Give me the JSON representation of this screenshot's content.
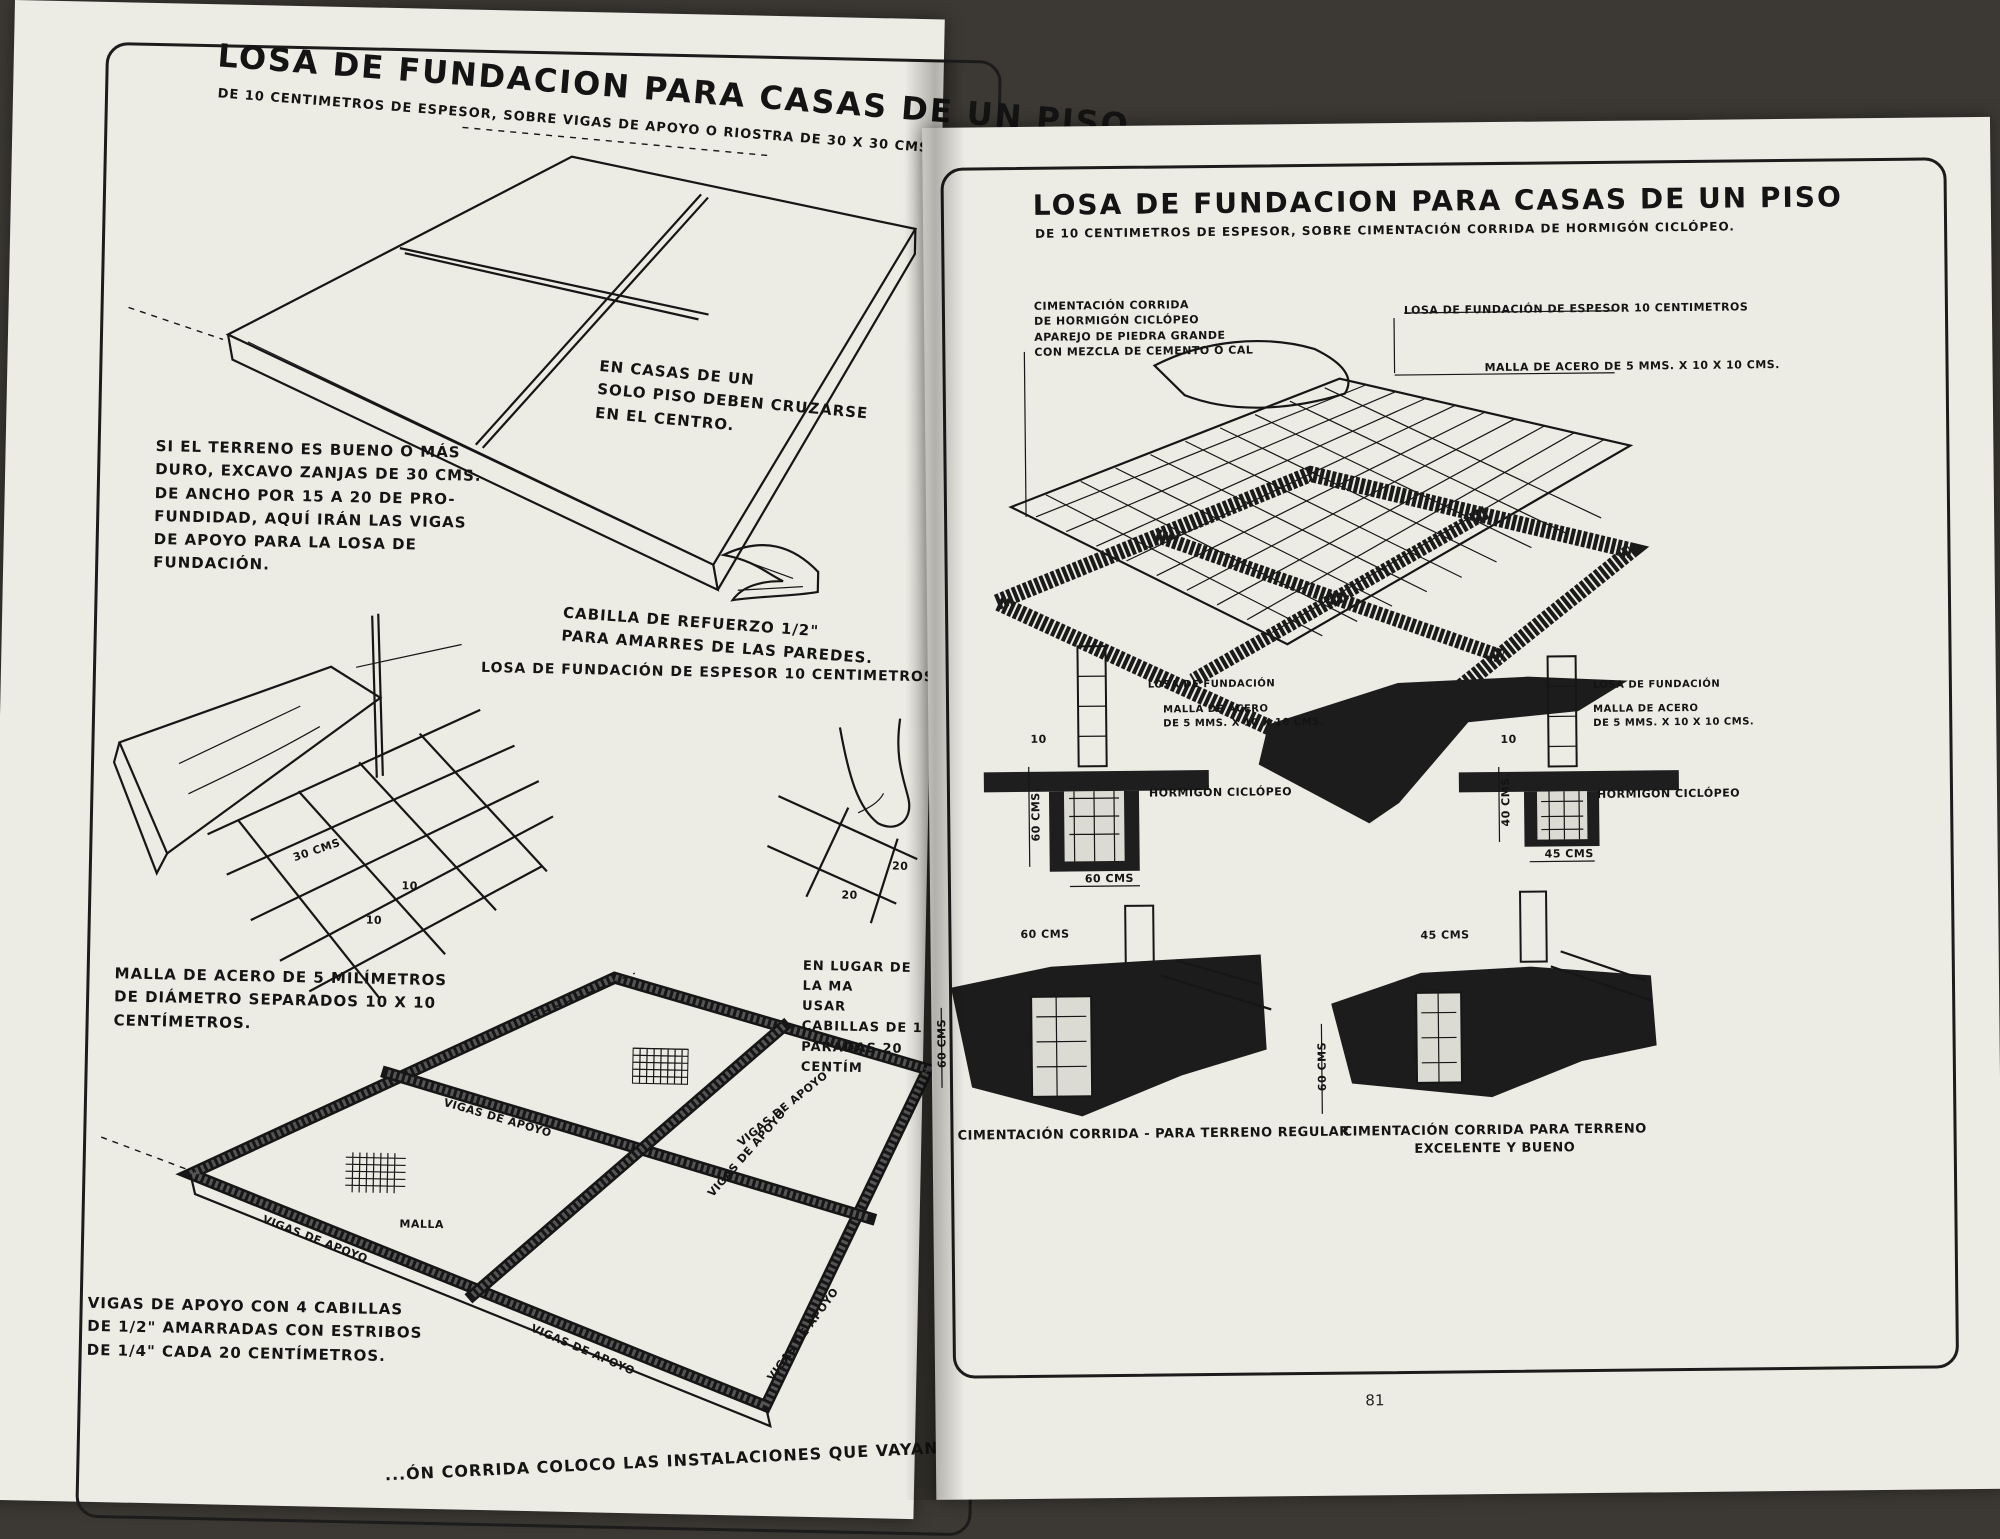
{
  "left_page": {
    "title": "Losa de fundacion para casas de un piso",
    "subtitle": "de 10 centimetros de espesor, sobre vigas de apoyo o riostra de 30 x 30 cms.",
    "note_center": "En casas de un\nsolo piso deben cruzarse\nen el centro.",
    "note_terreno": "Si el terreno es bueno o más\nduro, excavo zanjas de 30 cms.\nde ancho por 15 a 20 de pro-\nfundidad, aquí irán las vigas\nde apoyo para la losa de\nfundación.",
    "label_cabilla": "Cabilla de refuerzo 1/2\"\npara amarres de las paredes.",
    "label_losa": "Losa de fundación de espesor 10 centimetros",
    "dims_mesh": [
      "30 cms",
      "10",
      "10"
    ],
    "dims_hand": [
      "20",
      "20"
    ],
    "note_malla": "Malla de acero de 5 milímetros\nde diámetro separados 10 x 10\ncentímetros.",
    "note_lugar": "En lugar de la ma\nusar cabillas de 1\nparadas 20 centím",
    "beam_labels": [
      "Vigas de apoyo",
      "Vigas de apoyo",
      "Vigas de apoyo",
      "Vigas de apoyo",
      "Vigas de apoyo",
      "Vigas de apoyo"
    ],
    "label_mesh_patch": "Malla",
    "note_vigas": "Vigas de apoyo con 4 cabillas\nde 1/2\" amarradas con estribos\nde 1/4\" cada 20 centímetros.",
    "bottom_text": "...ón corrida coloco las instalaciones que vayan"
  },
  "right_page": {
    "title": "Losa de fundacion para casas de un piso",
    "subtitle": "de 10 centimetros de espesor, sobre cimentación corrida de hormigón ciclópeo.",
    "label_cimentacion": "Cimentación corrida\nde hormigón ciclópeo\naparejo de piedra grande\ncon mezcla de cemento o cal",
    "label_losa": "Losa de fundación de espesor 10 centimetros",
    "label_malla": "Malla de acero de 5 mms. x 10 x 10 cms.",
    "sec1": {
      "losa": "Losa de fundación",
      "malla": "Malla de acero\nde 5 mms. x 10 x 10 cms.",
      "hormigon": "Hormigón ciclópeo",
      "dim_top": "10",
      "dim_depth": "60 cms.",
      "dim_width": "60 cms"
    },
    "sec2": {
      "losa": "Losa de fundación",
      "malla": "Malla de acero\nde 5 mms. x 10 x 10 cms.",
      "hormigon": "Hormigón ciclópeo",
      "dim_top": "10",
      "dim_depth": "40 cms.",
      "dim_width": "45 cms"
    },
    "persp1_dims": [
      "60 cms",
      "60 cms"
    ],
    "persp2_dims": [
      "45 cms",
      "60 cms"
    ],
    "caption1": "Cimentación corrida - para terreno regular",
    "caption2": "Cimentación corrida para terreno\nexcelente y bueno",
    "page_number": "81"
  }
}
